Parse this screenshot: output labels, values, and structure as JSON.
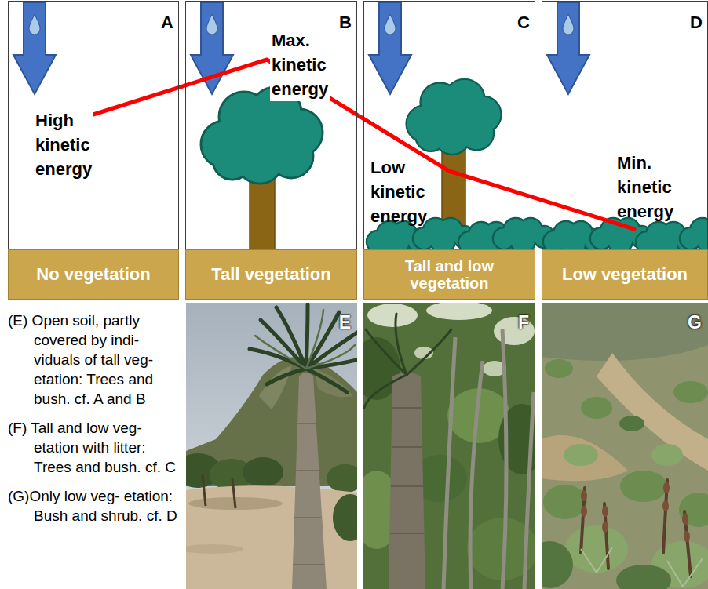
{
  "diagram": {
    "nodes": [
      {
        "text": [
          "A",
          "High kinetic energy"
        ]
      },
      {
        "text": [
          "No vegetation"
        ]
      },
      {
        "text": [
          "B",
          "Max. kinetic energy"
        ]
      },
      {
        "text": [
          "Tall vegetation"
        ]
      },
      {
        "text": [
          "C",
          "Low kinetic energy"
        ]
      },
      {
        "text": [
          "Tall and low vegetation"
        ]
      },
      {
        "text": [
          "D",
          "Min. kinetic energy"
        ]
      },
      {
        "text": [
          "Low vegetation"
        ]
      },
      {
        "text": [
          "E"
        ]
      },
      {
        "text": [
          "F"
        ]
      },
      {
        "text": [
          "G"
        ]
      }
    ],
    "labels": [
      "(E) Open soil, partly covered by indi- viduals of tall veg- etation: Trees and bush. cf. A and B",
      "(F) Tall and low veg- etation with litter: Trees and bush. cf. C",
      "(G)Only low veg- etation: Bush and shrub. cf. D"
    ]
  }
}
